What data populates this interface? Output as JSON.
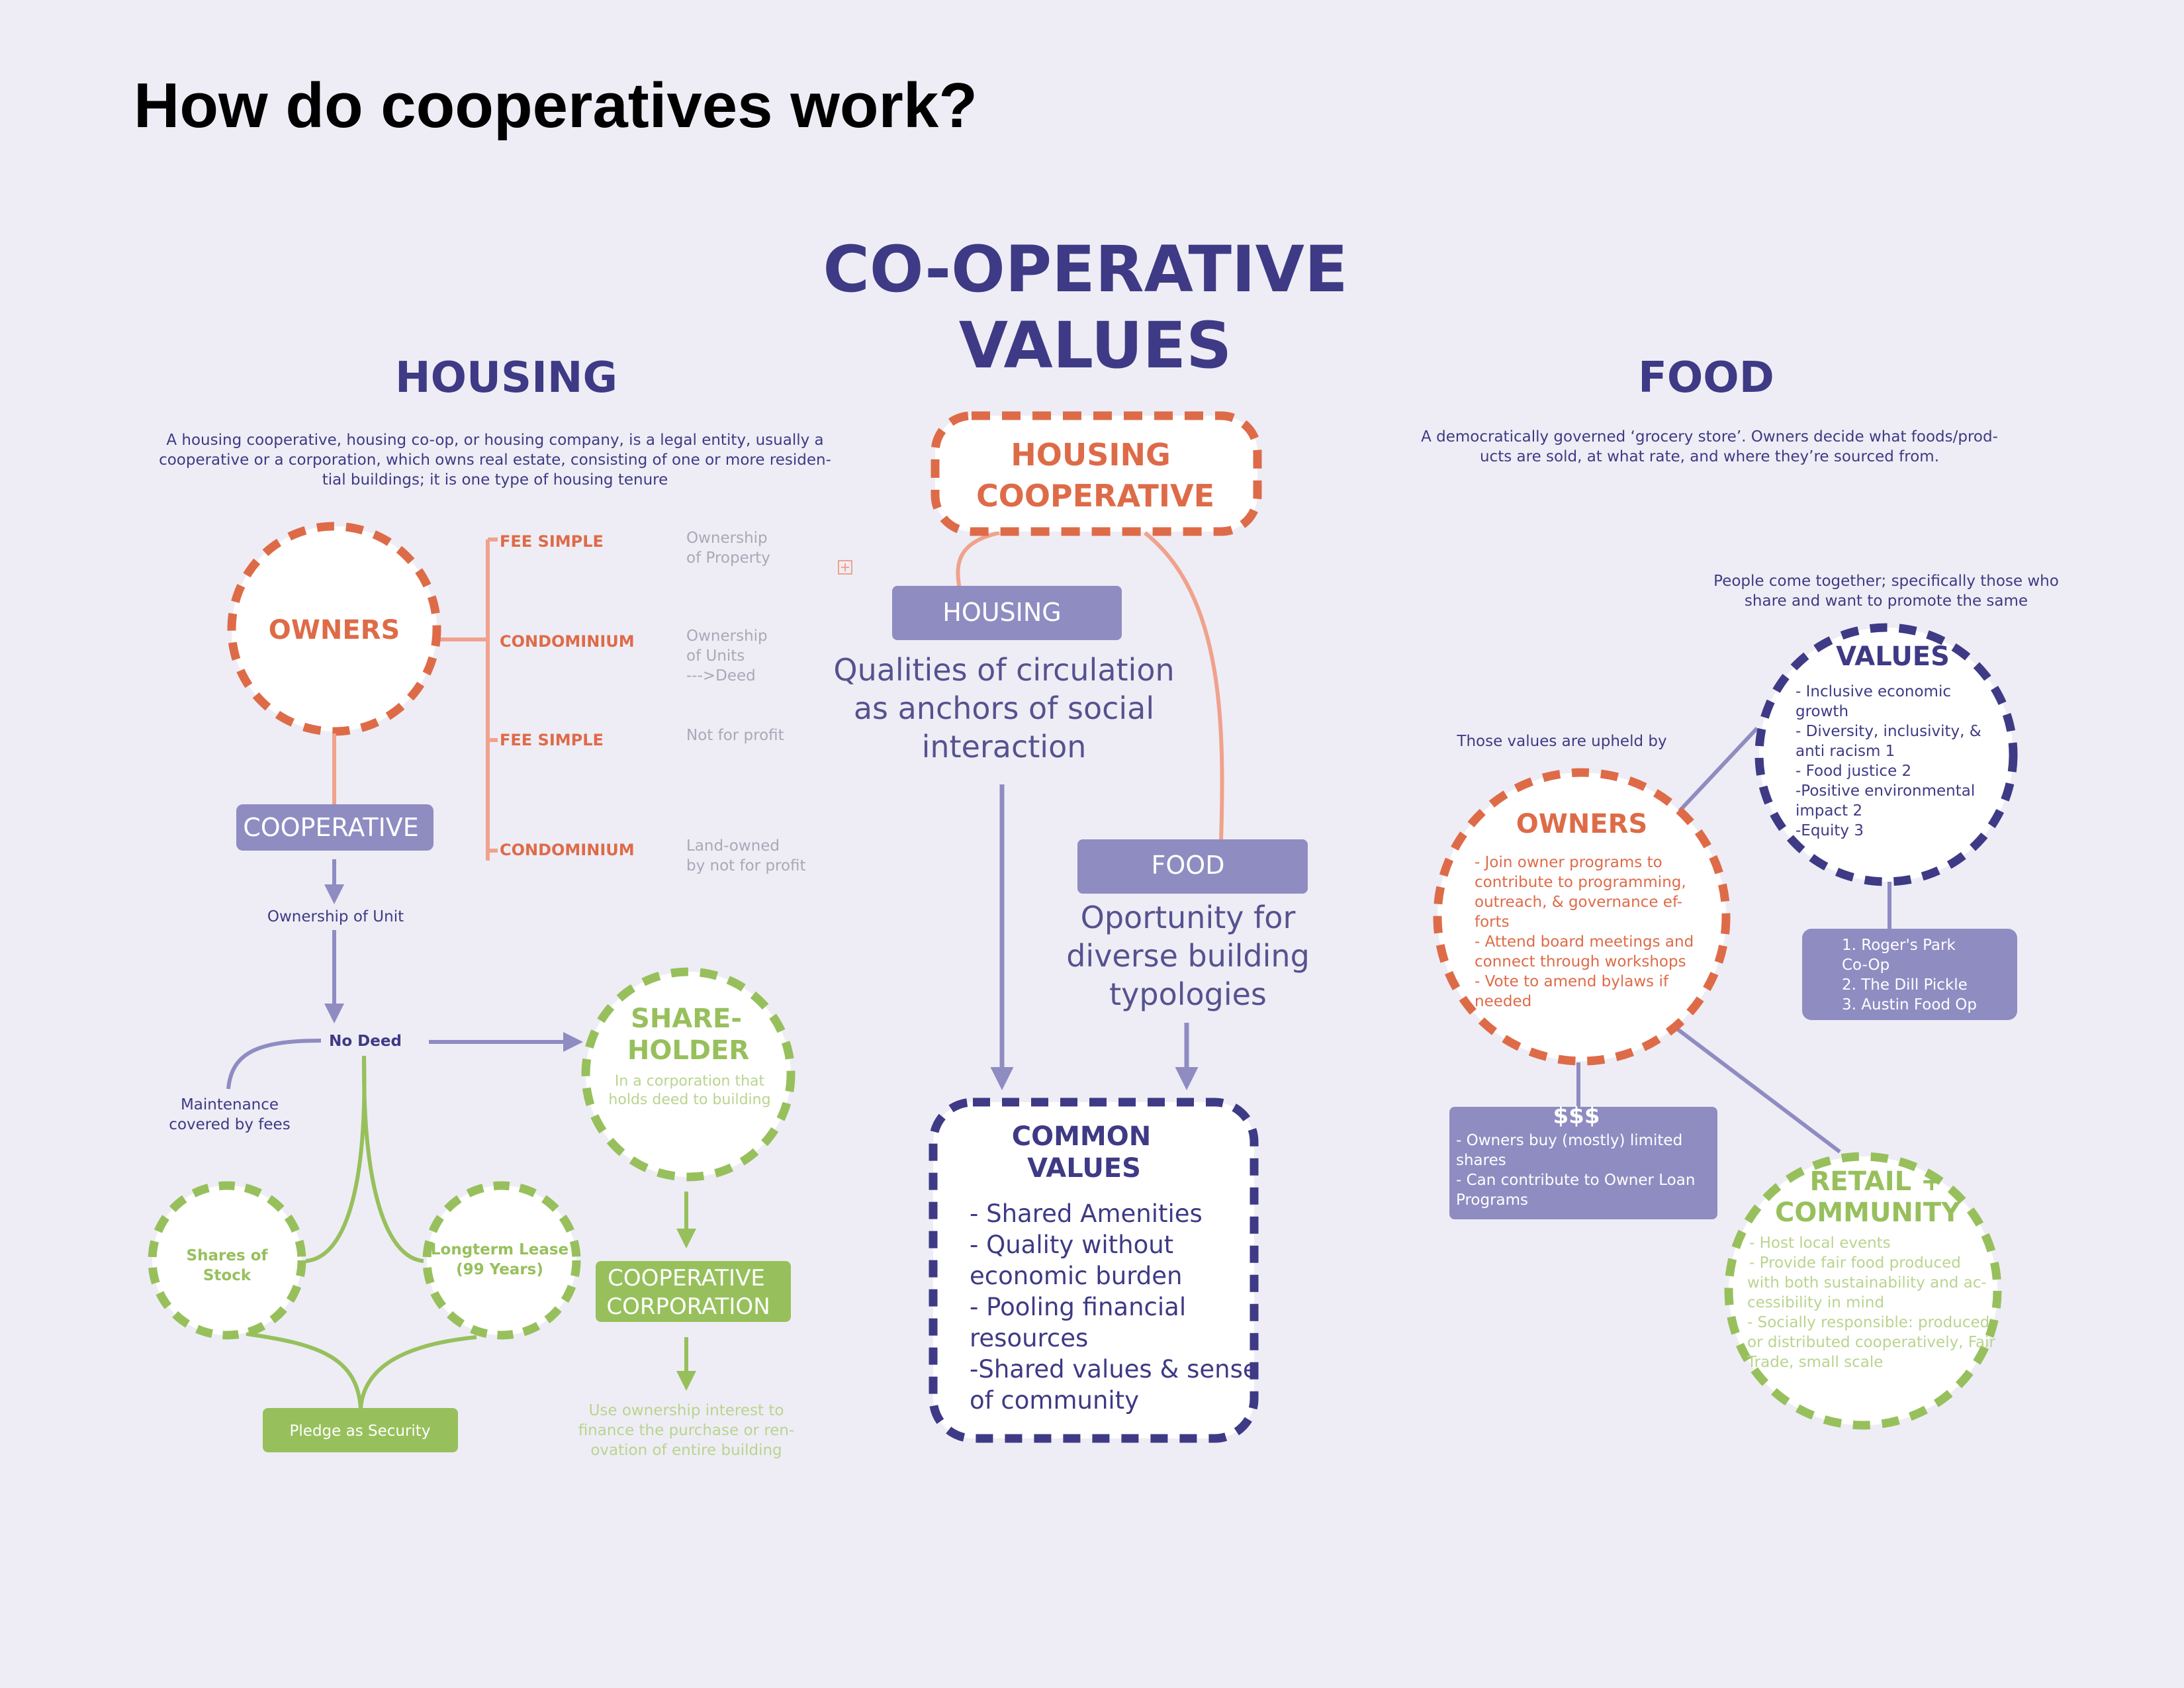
{
  "page": {
    "title": "How do cooperatives work?"
  },
  "colors": {
    "background": "#eeedf5",
    "navy": "#3e3a85",
    "orange": "#de6b48",
    "peach": "#f0a28c",
    "lavender": "#8f8cc2",
    "green": "#97c05c",
    "gray": "#a9a8b8"
  },
  "center": {
    "heading": [
      "CO-OPERATIVE",
      "VALUES"
    ],
    "housing_coop": [
      "HOUSING",
      "COOPERATIVE"
    ],
    "housing_label": "HOUSING",
    "housing_text": [
      "Qualities of circulation",
      "as anchors of social",
      "interaction"
    ],
    "food_label": "FOOD",
    "food_text": [
      "Oportunity for",
      "diverse building",
      "typologies"
    ],
    "common_values_title": [
      "COMMON",
      "VALUES"
    ],
    "common_values_items": [
      "- Shared Amenities",
      "- Quality without",
      "economic burden",
      "- Pooling financial",
      "resources",
      "-Shared values & sense",
      "of community"
    ]
  },
  "housing": {
    "heading": "HOUSING",
    "description": [
      "A housing cooperative, housing co-op, or housing company, is a legal entity, usually a",
      "cooperative or a corporation, which owns real estate, consisting of one or more residen-",
      "tial buildings; it is one type of housing tenure"
    ],
    "owners": "OWNERS",
    "branches": [
      {
        "label": "FEE SIMPLE",
        "note": [
          "Ownership",
          "of Property"
        ]
      },
      {
        "label": "CONDOMINIUM",
        "note": [
          "Ownership",
          "of Units",
          "--->Deed"
        ]
      },
      {
        "label": "FEE SIMPLE",
        "note": [
          "Not for profit"
        ]
      },
      {
        "label": "CONDOMINIUM",
        "note": [
          "Land-owned",
          "by not for profit"
        ]
      }
    ],
    "cooperative": "COOPERATIVE",
    "ownership_of_unit": "Ownership of Unit",
    "no_deed": "No Deed",
    "maintenance": [
      "Maintenance",
      "covered by fees"
    ],
    "shares_of_stock": [
      "Shares of",
      "Stock"
    ],
    "longterm_lease": [
      "Longterm Lease",
      "(99 Years)"
    ],
    "pledge": "Pledge as Security",
    "shareholder_title": [
      "SHARE-",
      "HOLDER"
    ],
    "shareholder_note": [
      "In a corporation that",
      "holds deed to building"
    ],
    "coop_corp": [
      "COOPERATIVE",
      "CORPORATION"
    ],
    "use_ownership": [
      "Use ownership interest to",
      "finance the purchase or ren-",
      "ovation of entire building"
    ]
  },
  "food": {
    "heading": "FOOD",
    "description": [
      "A democratically governed ‘grocery store’.  Owners decide what foods/prod-",
      "ucts are sold, at what rate, and where they’re sourced from."
    ],
    "people_note": [
      "People come together; specifically those who",
      "share and want to promote the same"
    ],
    "values_title": "VALUES",
    "values_items": [
      "- Inclusive economic",
      "growth",
      "- Diversity, inclusivity, &",
      "anti racism 1",
      "- Food justice  2",
      "-Positive environmental",
      "impact   2",
      "-Equity   3"
    ],
    "upheld_note": "Those values are upheld by",
    "owners_title": "OWNERS",
    "owners_items": [
      "- Join owner programs to",
      "contribute to programming,",
      "outreach, & governance ef-",
      "forts",
      "- Attend board meetings and",
      "connect through workshops",
      "- Vote to amend bylaws if",
      "needed"
    ],
    "examples": [
      "1. Roger's Park",
      "Co-Op",
      "2. The Dill Pickle",
      "3. Austin Food Op"
    ],
    "money_title": "$$$",
    "money_items": [
      "- Owners buy (mostly) limited",
      "shares",
      "- Can contribute to Owner Loan",
      "Programs"
    ],
    "retail_title": [
      "RETAIL +",
      "COMMUNITY"
    ],
    "retail_items": [
      "- Host local events",
      "-  Provide fair food produced",
      "with both sustainability and ac-",
      "cessibility in mind",
      "- Socially responsible: produced",
      "or distributed cooperatively, Fair",
      "Trade, small scale"
    ]
  }
}
